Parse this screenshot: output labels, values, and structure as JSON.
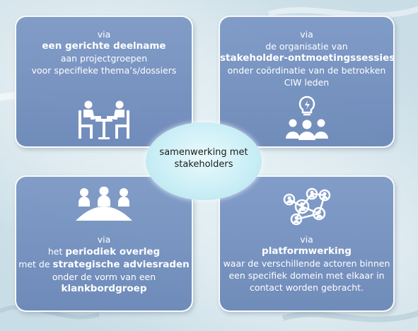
{
  "center": {
    "line1": "samenwerking met",
    "line2": "stakeholders"
  },
  "cards": {
    "top_left": {
      "lines": [
        "via",
        "een gerichte deelname",
        "aan projectgroepen",
        "voor specifieke thema’s/dossiers"
      ],
      "bold_line": 1,
      "icon": "meeting-table-icon"
    },
    "top_right": {
      "lines": [
        "via",
        "de organisatie van",
        "stakeholder-ontmoetingssessies",
        "onder coördinatie van de betrokken",
        "CIW leden"
      ],
      "bold_line": 2,
      "icon": "idea-group-icon"
    },
    "bottom_left": {
      "lines": [
        "via",
        "het periodiek overleg",
        "met de strategische adviesraden",
        "onder de vorm van een",
        "klankbordgroep"
      ],
      "icon": "round-table-icon"
    },
    "bottom_right": {
      "lines": [
        "via",
        "platformwerking",
        "waar de verschillende actoren binnen",
        "een specifiek domein met elkaar in",
        "contact worden gebracht."
      ],
      "bold_line": 1,
      "icon": "network-icon"
    }
  },
  "bl_segments": {
    "l2a": "het ",
    "l2b": "periodiek overleg",
    "l3a": "met de ",
    "l3b": "strategische adviesraden"
  },
  "colors": {
    "card_fill": "#7392c2",
    "card_border": "#ffffff",
    "center_fill": "#cbeff6",
    "text": "#ffffff"
  }
}
